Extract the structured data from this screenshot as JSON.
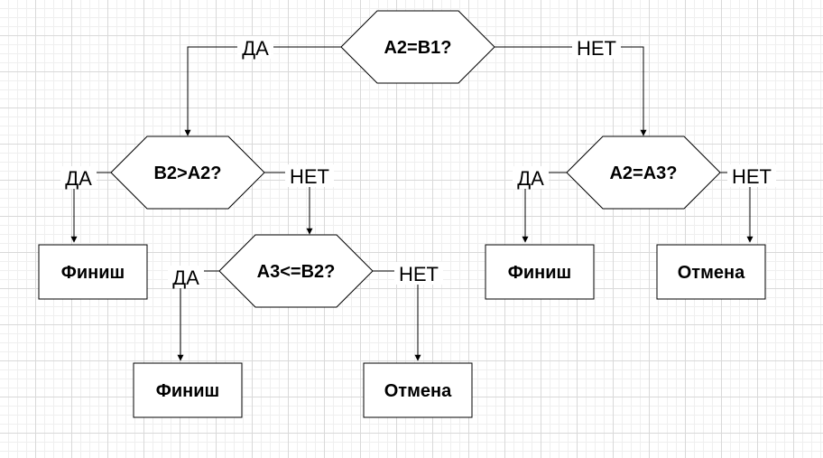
{
  "diagram": {
    "decisions": {
      "d1": "A2=B1?",
      "d2": "B2>A2?",
      "d3": "A2=A3?",
      "d4": "A3<=B2?"
    },
    "terminals": {
      "t1": "Финиш",
      "t2": "Финиш",
      "t3": "Отмена",
      "t4": "Финиш",
      "t5": "Отмена"
    },
    "edge_labels": {
      "d1_yes": "ДА",
      "d1_no": "НЕТ",
      "d2_yes": "ДА",
      "d2_no": "НЕТ",
      "d3_yes": "ДА",
      "d3_no": "НЕТ",
      "d4_yes": "ДА",
      "d4_no": "НЕТ"
    }
  }
}
